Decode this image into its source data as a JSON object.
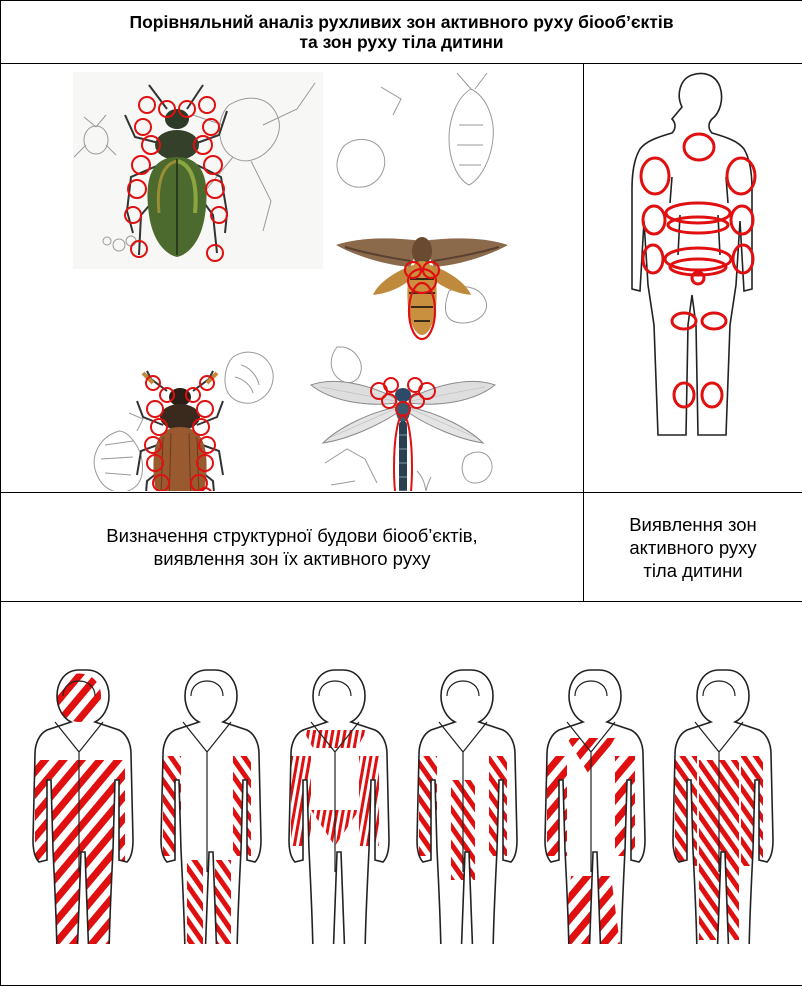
{
  "title": "Порівняльний аналіз рухливих зон активного руху біооб’єктів\nта зон руху тіла дитини",
  "captions": {
    "bio_objects": "Визначення структурної будови біооб’єктів,\nвиявлення зон їх активного руху",
    "child_body": "Виявлення зон\nактивного руху\nтіла дитини"
  },
  "colors": {
    "highlight": "#e01010",
    "outline": "#222222",
    "sketch": "#9a9a9a"
  },
  "images": [
    {
      "name": "ground-beetle-illustration",
      "kind": "beetle"
    },
    {
      "name": "hawk-moth-illustration",
      "kind": "moth"
    },
    {
      "name": "cockchafer-beetle-illustration",
      "kind": "beetle"
    },
    {
      "name": "dragonfly-illustration",
      "kind": "dragonfly"
    },
    {
      "name": "child-body-zones-figure",
      "kind": "child"
    }
  ],
  "suits": [
    {
      "name": "suit-variant-1"
    },
    {
      "name": "suit-variant-2"
    },
    {
      "name": "suit-variant-3"
    },
    {
      "name": "suit-variant-4"
    },
    {
      "name": "suit-variant-5"
    },
    {
      "name": "suit-variant-6"
    }
  ]
}
